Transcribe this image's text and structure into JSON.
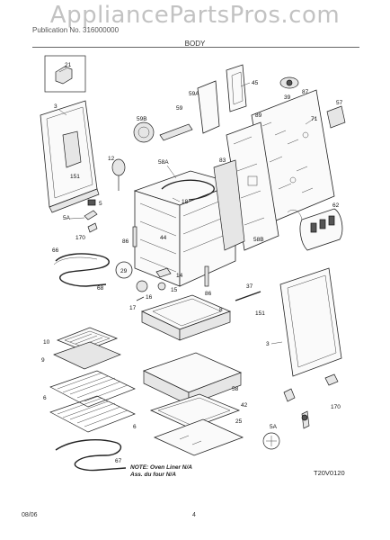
{
  "watermark": "AppliancePartsPros.com",
  "header": {
    "publication": "Publication No. 316000000",
    "section_title": "BODY"
  },
  "note": {
    "line1": "NOTE: Oven Liner N/A",
    "line2": "Ass. du four N/A"
  },
  "diagram_code": "T20V0120",
  "footer": {
    "date": "08/06",
    "page": "4"
  },
  "callouts": {
    "c21": "21",
    "c3": "3",
    "c151": "151",
    "c5": "5",
    "c5A": "5A",
    "c170": "170",
    "c66": "66",
    "c68": "68",
    "c12": "12",
    "c58A": "58A",
    "c59B": "59B",
    "c59": "59",
    "c59A": "59A",
    "c45": "45",
    "c39": "39",
    "c87": "87",
    "c71": "71",
    "c57": "57",
    "c89": "89",
    "c83": "83",
    "c18": "18",
    "c86": "86",
    "c44": "44",
    "c62": "62",
    "c58B": "58B",
    "c29": "29",
    "c14": "14",
    "c15": "15",
    "c16": "16",
    "c17": "17",
    "c86b": "86",
    "c37": "37",
    "c151b": "151",
    "c3b": "3",
    "c8": "8",
    "c10": "10",
    "c9": "9",
    "c6": "6",
    "c58": "58",
    "c42": "42",
    "c25": "25",
    "c5Ab": "5A",
    "c170b": "170",
    "c6b": "6",
    "c67": "67"
  }
}
